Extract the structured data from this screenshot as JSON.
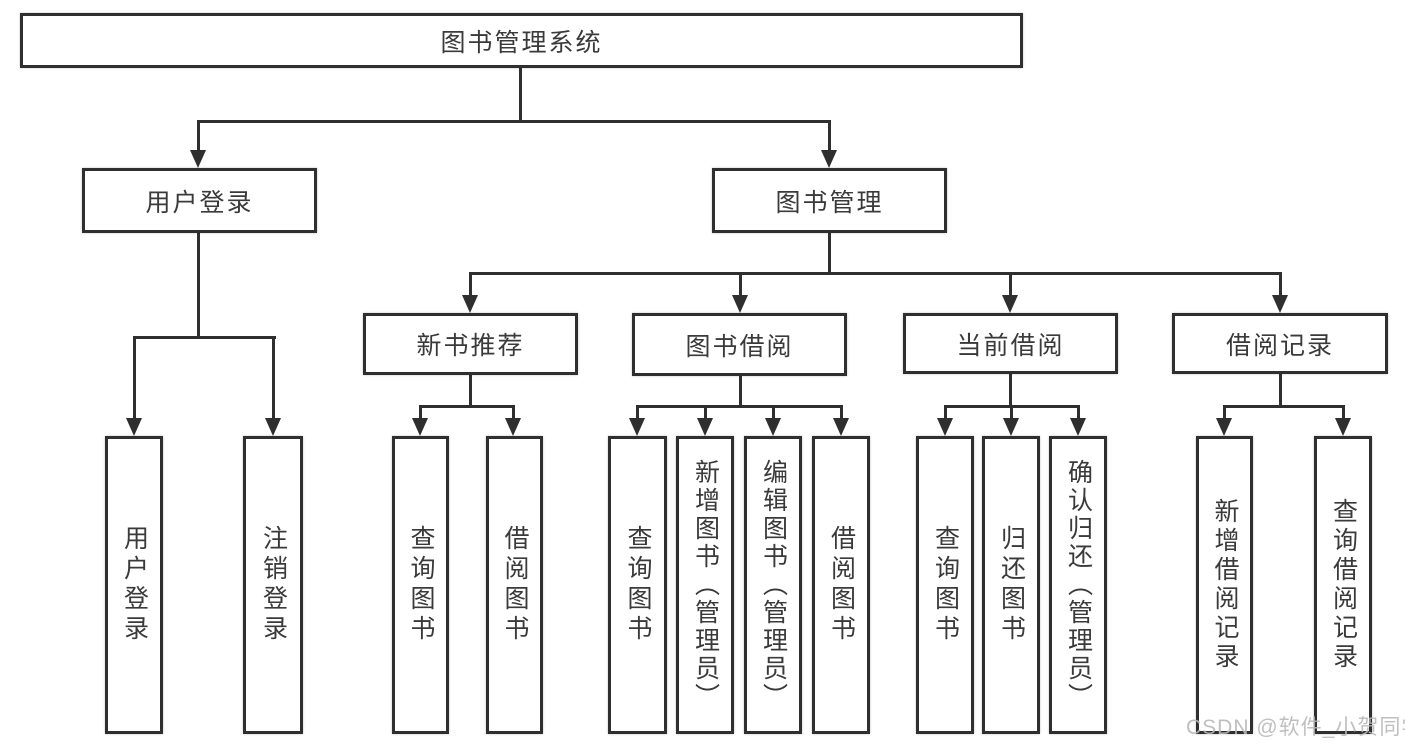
{
  "tree": {
    "root": {
      "label": "图书管理系统",
      "children": [
        {
          "label": "用户登录",
          "children": [
            {
              "label": "用户登录"
            },
            {
              "label": "注销登录"
            }
          ]
        },
        {
          "label": "图书管理",
          "children": [
            {
              "label": "新书推荐",
              "children": [
                {
                  "label": "查询图书"
                },
                {
                  "label": "借阅图书"
                }
              ]
            },
            {
              "label": "图书借阅",
              "children": [
                {
                  "label": "查询图书"
                },
                {
                  "label": "新增图书（管理员）"
                },
                {
                  "label": "编辑图书（管理员）"
                },
                {
                  "label": "借阅图书"
                }
              ]
            },
            {
              "label": "当前借阅",
              "children": [
                {
                  "label": "查询图书"
                },
                {
                  "label": "归还图书"
                },
                {
                  "label": "确认归还（管理员）"
                }
              ]
            },
            {
              "label": "借阅记录",
              "children": [
                {
                  "label": "新增借阅记录"
                },
                {
                  "label": "查询借阅记录"
                }
              ]
            }
          ]
        }
      ]
    }
  },
  "watermark": {
    "text": "CSDN @软件_小贺同学"
  },
  "colors": {
    "line": "#2f2f2f",
    "box_border": "#2f2f2f",
    "box_fill": "#ffffff",
    "text": "#3a3a3a",
    "watermark": "#b9b9b9",
    "background": "#ffffff"
  }
}
